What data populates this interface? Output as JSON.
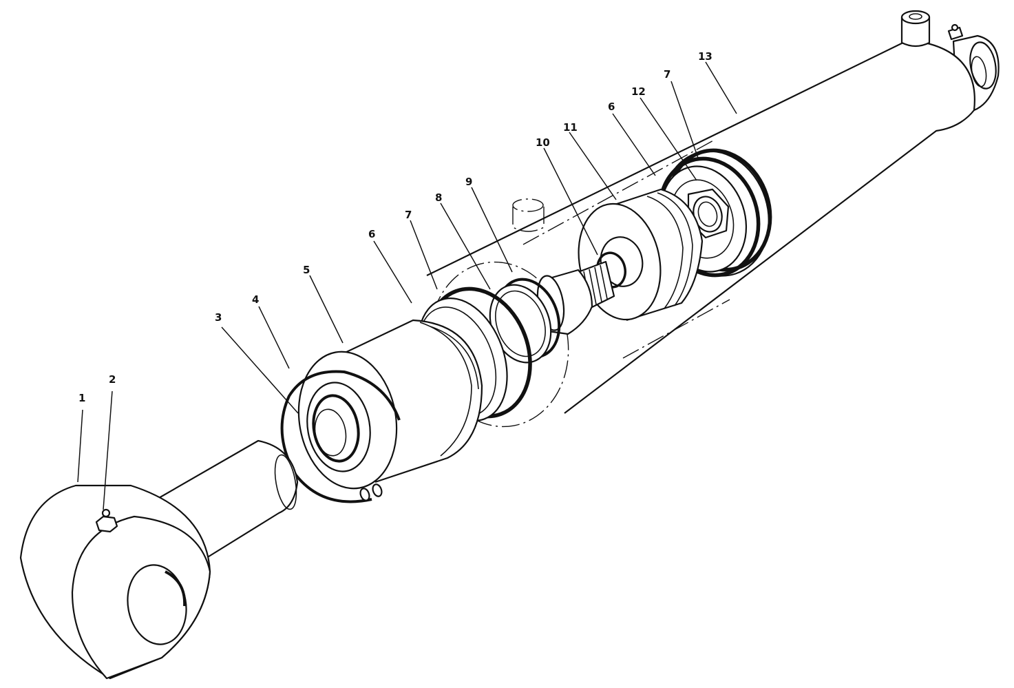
{
  "callouts": [
    {
      "id": "1",
      "label": "1"
    },
    {
      "id": "2",
      "label": "2"
    },
    {
      "id": "3",
      "label": "3"
    },
    {
      "id": "4",
      "label": "4"
    },
    {
      "id": "5",
      "label": "5"
    },
    {
      "id": "6a",
      "label": "6"
    },
    {
      "id": "7a",
      "label": "7"
    },
    {
      "id": "8",
      "label": "8"
    },
    {
      "id": "9",
      "label": "9"
    },
    {
      "id": "10",
      "label": "10"
    },
    {
      "id": "11",
      "label": "11"
    },
    {
      "id": "6b",
      "label": "6"
    },
    {
      "id": "12",
      "label": "12"
    },
    {
      "id": "7b",
      "label": "7"
    },
    {
      "id": "13",
      "label": "13"
    }
  ]
}
